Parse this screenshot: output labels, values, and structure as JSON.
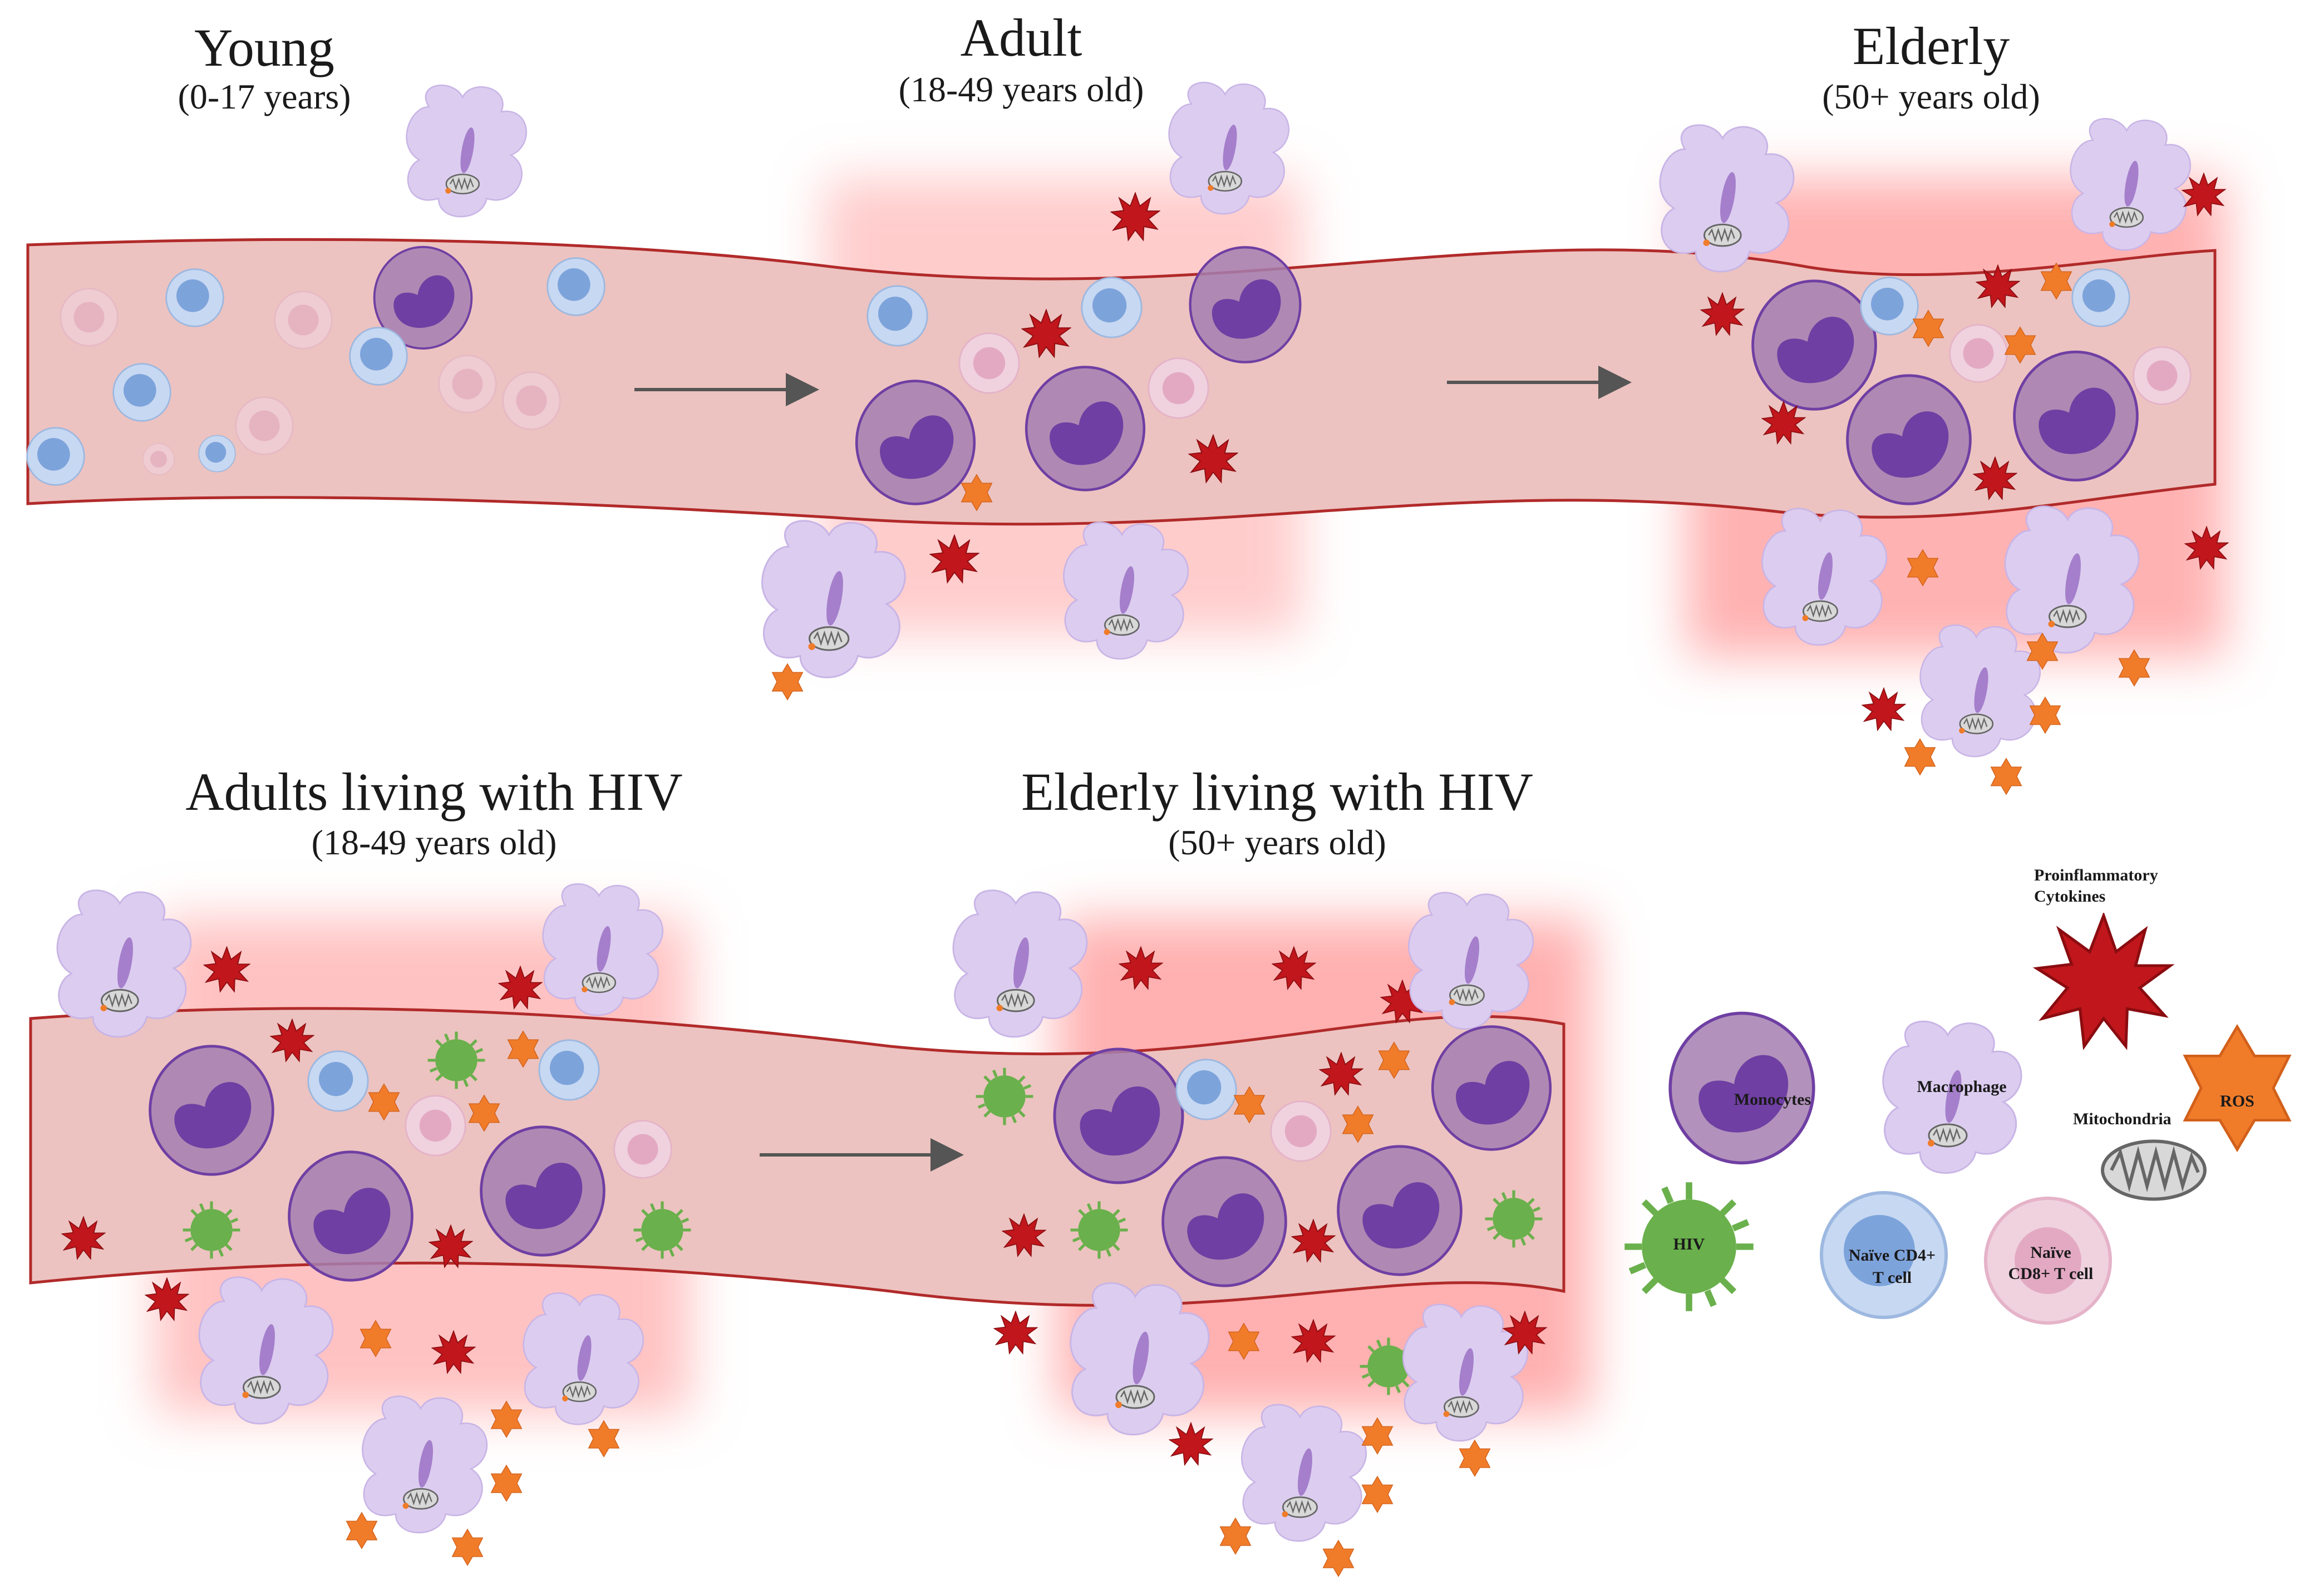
{
  "panels": {
    "young": {
      "title": "Young",
      "subtitle": "(0-17 years)"
    },
    "adult": {
      "title": "Adult",
      "subtitle": "(18-49 years old)"
    },
    "elderly": {
      "title": "Elderly",
      "subtitle": "(50+ years old)"
    },
    "adult_hiv": {
      "title": "Adults living with HIV",
      "subtitle": "(18-49 years old)"
    },
    "elderly_hiv": {
      "title": "Elderly living with HIV",
      "subtitle": "(50+ years old)"
    }
  },
  "legend": {
    "cytokines_line1": "Proinflammatory",
    "cytokines_line2": "Cytokines",
    "ros": "ROS",
    "monocytes": "Monocytes",
    "macrophage": "Macrophage",
    "mitochondria": "Mitochondria",
    "hiv": "HIV",
    "cd4_line1": "Naïve CD4+",
    "cd4_line2": "T cell",
    "cd8_line1": "Naïve",
    "cd8_line2": "CD8+ T cell"
  },
  "colors": {
    "vessel_fill": "#ecc3c0",
    "vessel_border": "#b12a2a",
    "inflammation_glow": "#ff8f8f",
    "monocyte": "#a57fb0",
    "monocyte_nucleus": "#6f3fa3",
    "macrophage": "#dccdf0",
    "cd4_t_cell": "#a9c4ea",
    "cd8_t_cell": "#e8b9cf",
    "hiv": "#6ab04c",
    "cytokine": "#c0161c",
    "ros": "#f07c2a"
  }
}
